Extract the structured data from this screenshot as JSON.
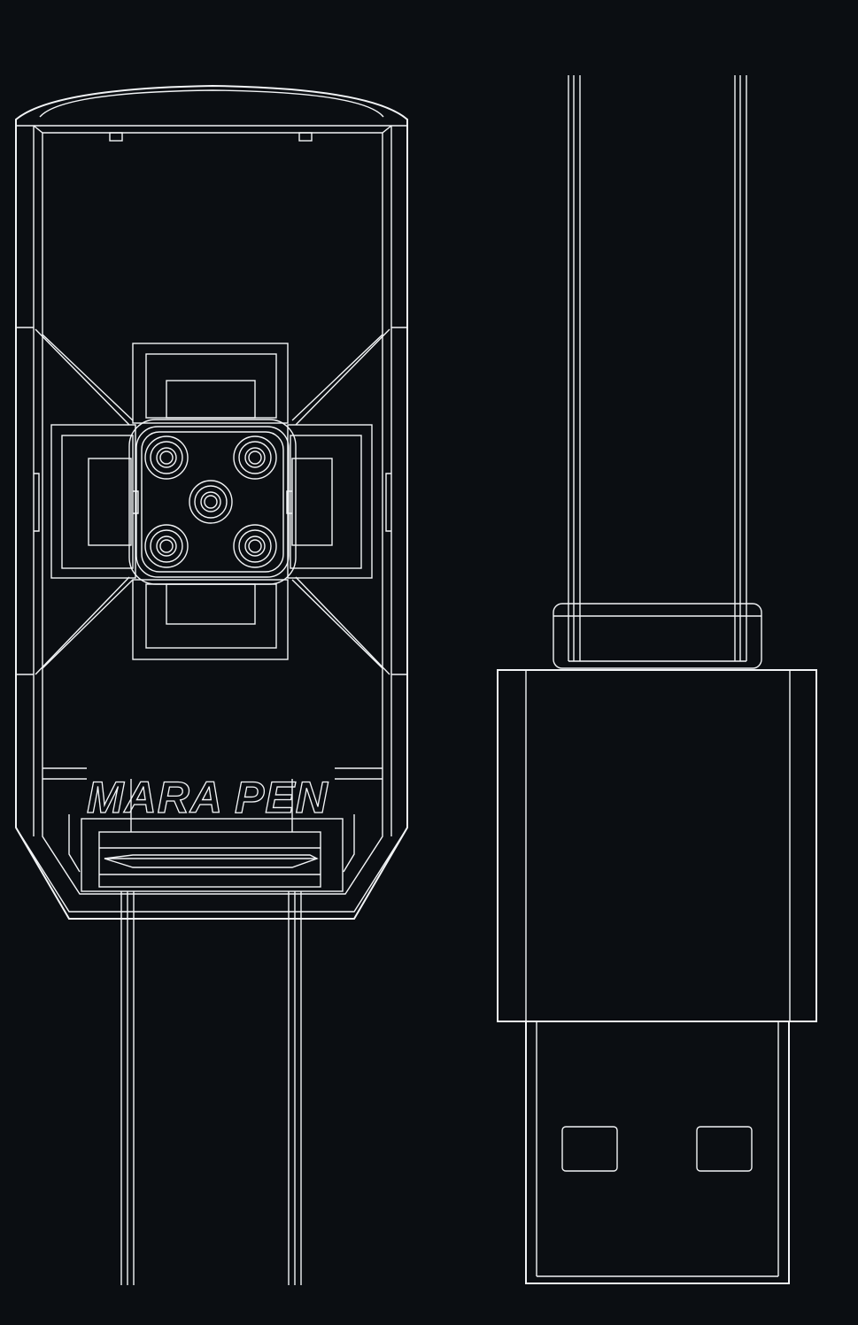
{
  "drawing": {
    "brand_label": "MARA PEN",
    "line_color": "#f2f4f6",
    "background_color": "#0b0e12",
    "views": [
      "front-view-charger-head",
      "side-view-usb-plug"
    ]
  }
}
